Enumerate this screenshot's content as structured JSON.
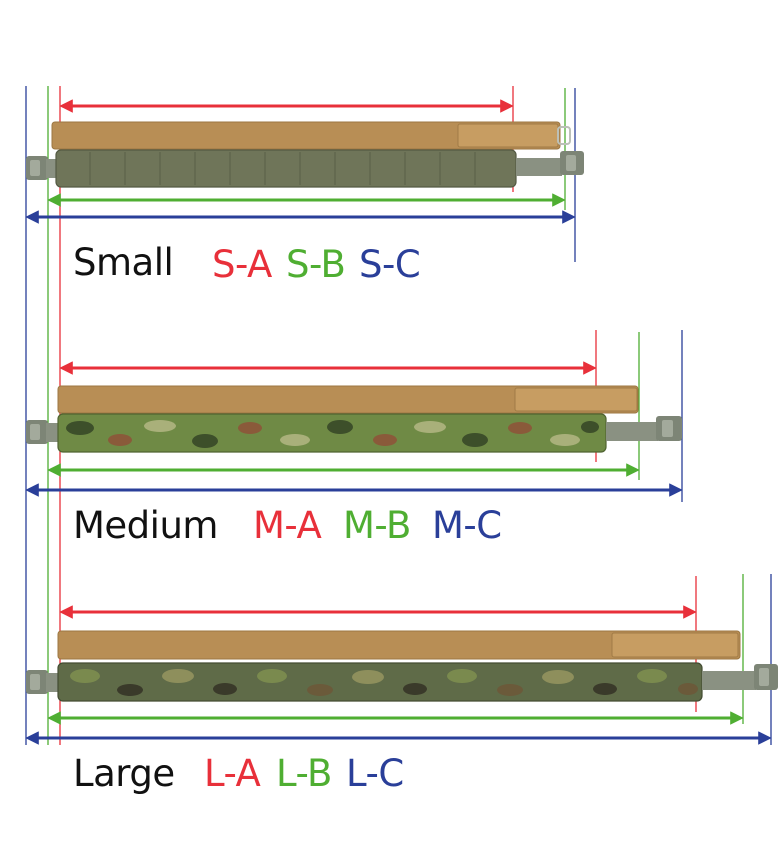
{
  "colors": {
    "A": "#e8303a",
    "B": "#4fae32",
    "C": "#2a3f99",
    "inner_belt": "#b88e55",
    "outer_belt_small": "#6f7559",
    "outer_belt_medium": "#6f8a45",
    "outer_belt_large": "#5f6b48",
    "buckle": "#7d8576"
  },
  "sizes": [
    {
      "name": "Small",
      "codes": {
        "A": "S-A",
        "B": "S-B",
        "C": "S-C"
      },
      "pattern": "ranger-green"
    },
    {
      "name": "Medium",
      "codes": {
        "A": "M-A",
        "B": "M-B",
        "C": "M-C"
      },
      "pattern": "woodland-camo"
    },
    {
      "name": "Large",
      "codes": {
        "A": "L-A",
        "B": "L-B",
        "C": "L-C"
      },
      "pattern": "multicam-tropic"
    }
  ]
}
